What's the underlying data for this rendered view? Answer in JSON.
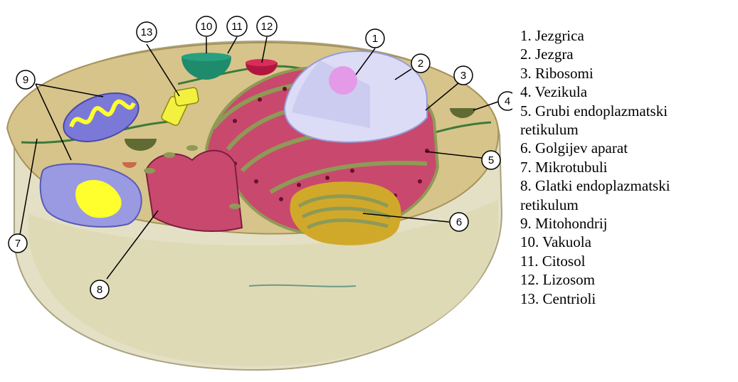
{
  "callouts": [
    "1",
    "2",
    "3",
    "4",
    "5",
    "6",
    "7",
    "8",
    "9",
    "10",
    "11",
    "12",
    "13"
  ],
  "legend": [
    "1. Jezgrica",
    "2. Jezgra",
    "3. Ribosomi",
    "4. Vezikula",
    "5. Grubi endoplazmatski",
    "retikulum",
    "6. Golgijev aparat",
    "7. Mikrotubuli",
    "8. Glatki endoplazmatski",
    "retikulum",
    "9. Mitohondrij",
    "10. Vakuola",
    "11. Citosol",
    "12. Lizosom",
    "13. Centrioli"
  ],
  "colors": {
    "cytosol": "#d7c48b",
    "cell_wall": "#e4e0c5",
    "nucleus": "#dcdcf6",
    "nucleolus": "#e59ae8",
    "rough_er": "#c9486e",
    "er_membrane": "#8e9a55",
    "golgi": "#d1a92a",
    "vacuole": "#1f8b6d",
    "lysosome": "#b1173e",
    "mitochondrion": "#7b79d8",
    "mitochondrion_inner": "#ffff2e",
    "centriole": "#f4f040"
  }
}
